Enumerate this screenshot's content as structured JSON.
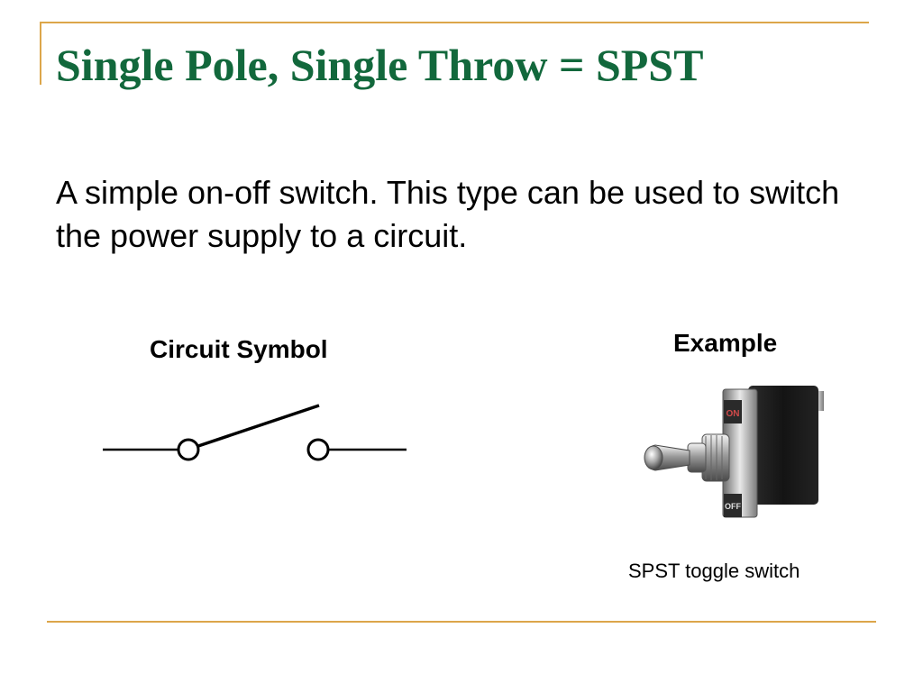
{
  "slide": {
    "title": "Single Pole, Single Throw = SPST",
    "body": "A simple on-off switch. This type can be used to switch the power supply to a circuit."
  },
  "circuit_symbol": {
    "label": "Circuit Symbol"
  },
  "example": {
    "label": "Example",
    "caption": "SPST toggle switch",
    "on_marking": "ON",
    "off_marking": "OFF"
  },
  "colors": {
    "title": "#12683c",
    "rule": "#dca64a",
    "text": "#000000"
  }
}
